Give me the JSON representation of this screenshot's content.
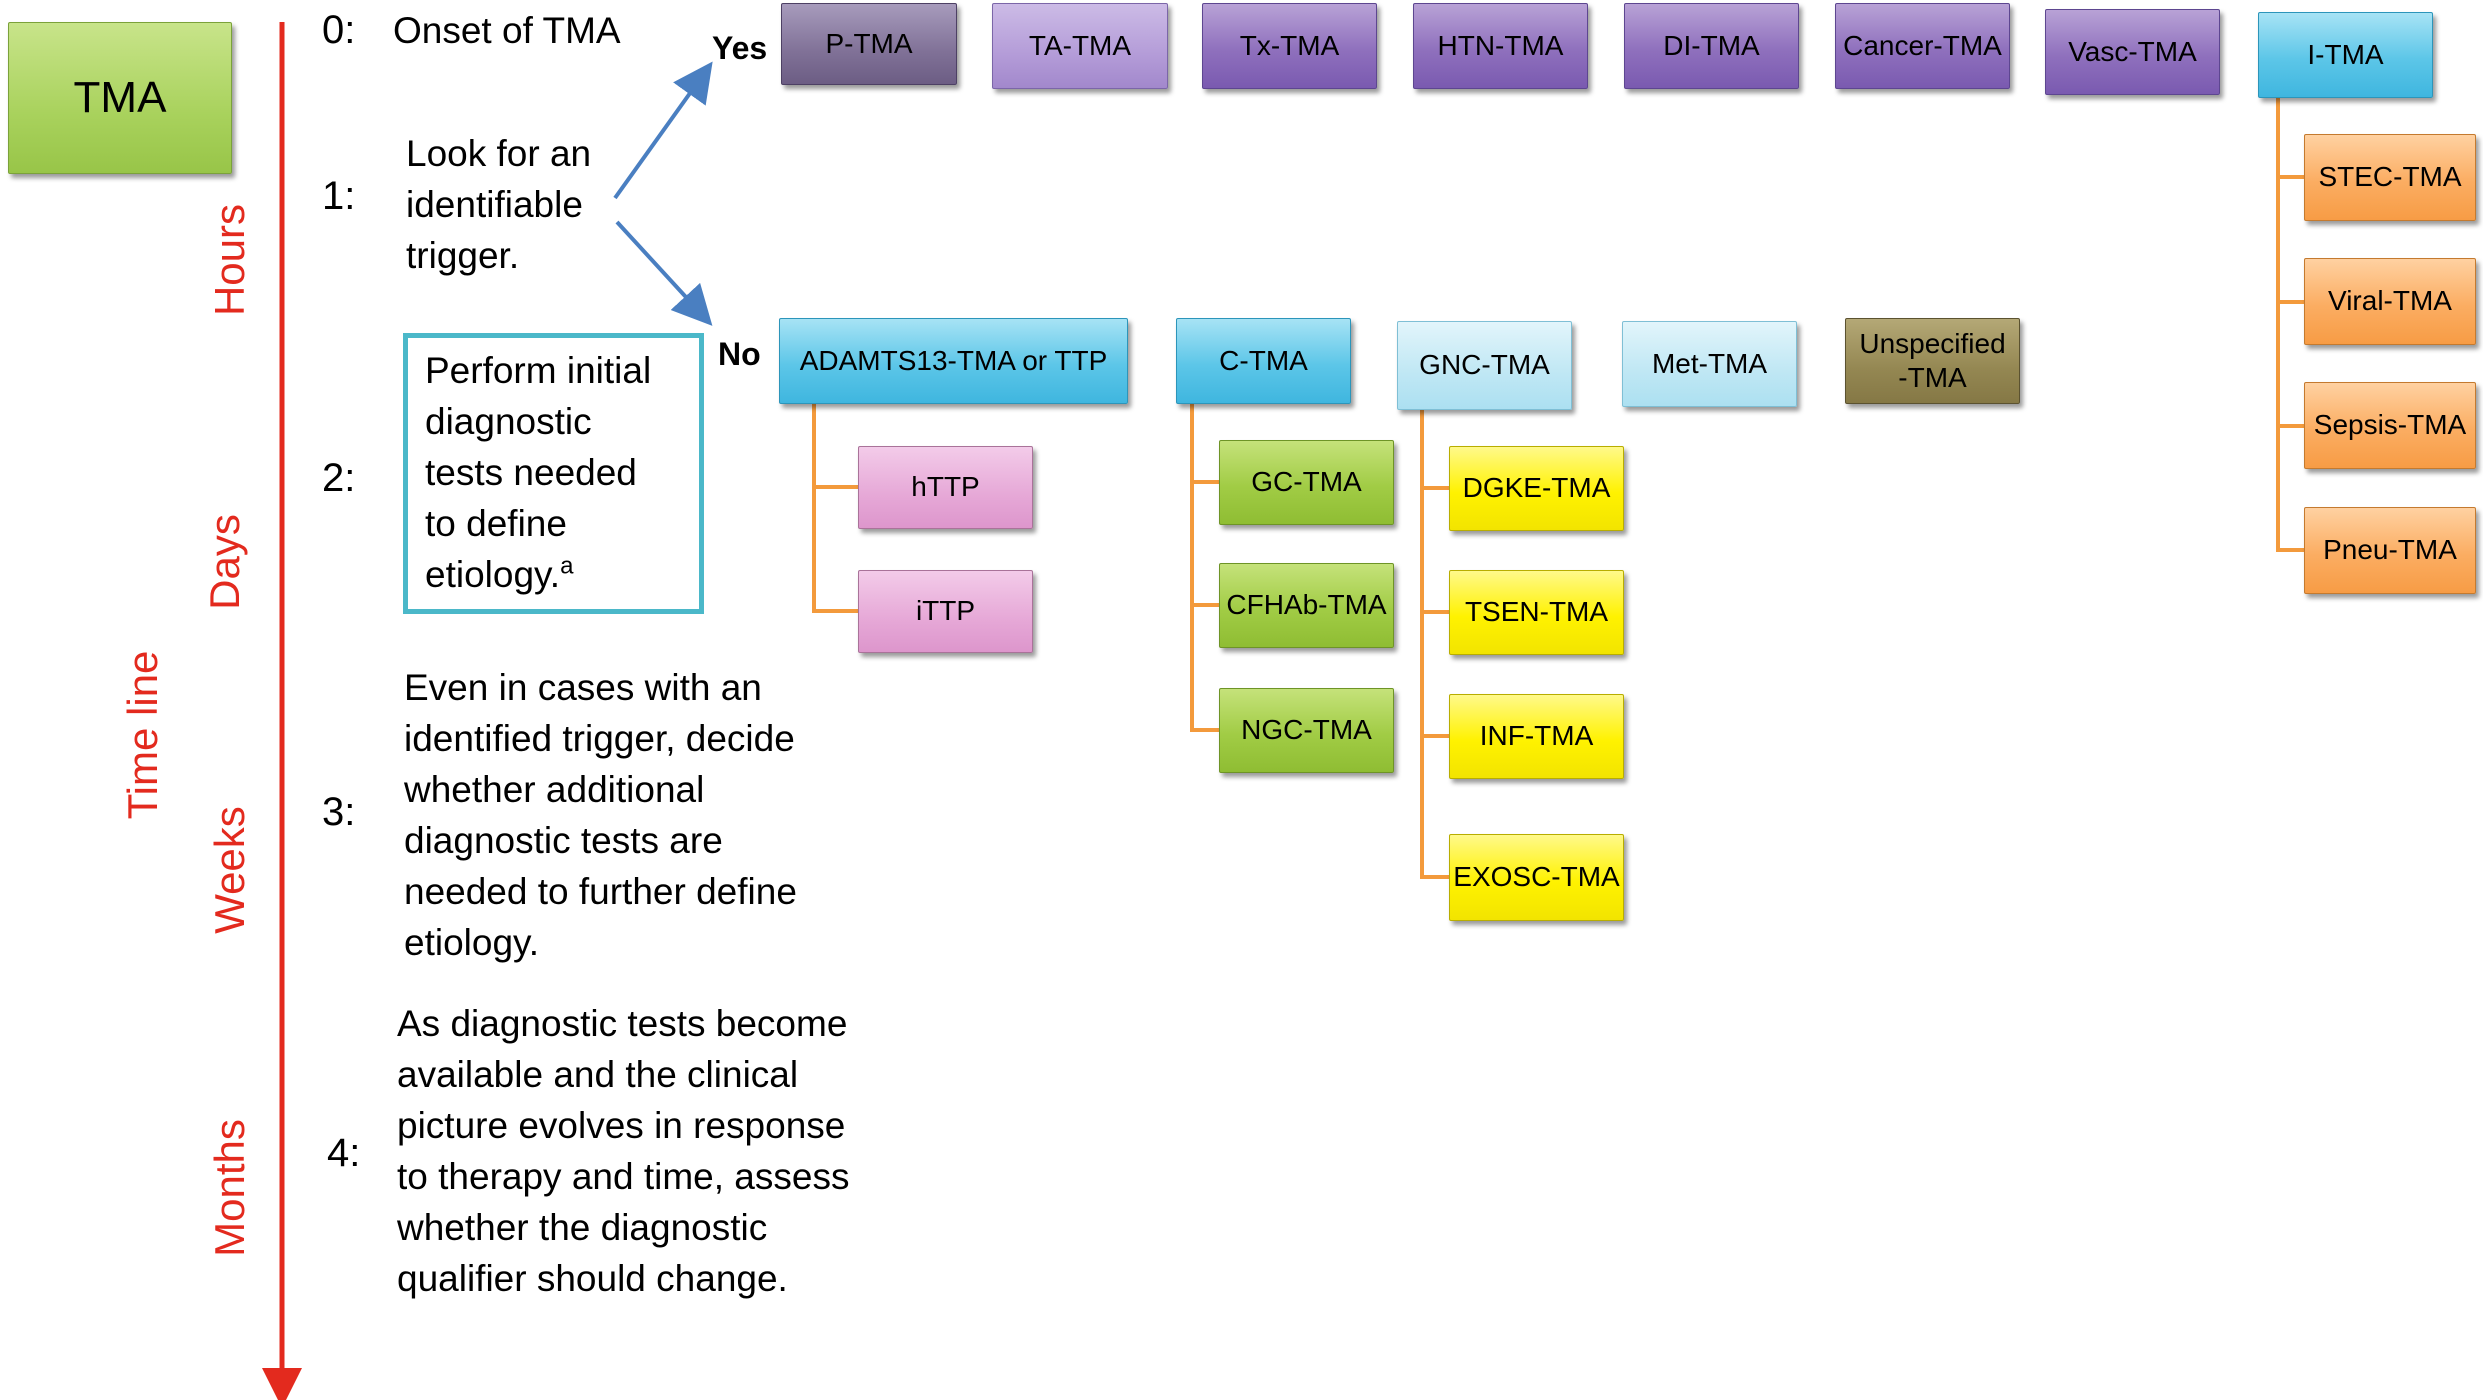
{
  "title_box": "TMA",
  "timeline": {
    "label": "Time line",
    "phases": [
      "Hours",
      "Days",
      "Weeks",
      "Months"
    ]
  },
  "steps": [
    {
      "num": "0:",
      "lines": [
        "Onset of TMA"
      ]
    },
    {
      "num": "1:",
      "lines": [
        "Look for an",
        "identifiable",
        "trigger."
      ]
    },
    {
      "num": "2:",
      "lines": [
        "Perform initial",
        "diagnostic",
        "tests needed",
        "to define",
        "etiology."
      ],
      "footnote": "a"
    },
    {
      "num": "3:",
      "lines": [
        "Even in cases with an",
        "identified trigger, decide",
        "whether additional",
        "diagnostic tests are",
        "needed to further define",
        "etiology."
      ]
    },
    {
      "num": "4:",
      "lines": [
        "As diagnostic tests become",
        "available and the clinical",
        "picture evolves in response",
        "to therapy and time, assess",
        "whether the diagnostic",
        "qualifier should change."
      ]
    }
  ],
  "branch_labels": {
    "yes": "Yes",
    "no": "No"
  },
  "yes_boxes": [
    "P-TMA",
    "TA-TMA",
    "Tx-TMA",
    "HTN-TMA",
    "DI-TMA",
    "Cancer-TMA",
    "Vasc-TMA",
    "I-TMA"
  ],
  "infection_children": [
    "STEC-TMA",
    "Viral-TMA",
    "Sepsis-TMA",
    "Pneu-TMA"
  ],
  "no_boxes": [
    "ADAMTS13-TMA or TTP",
    "C-TMA",
    "GNC-TMA",
    "Met-TMA",
    "Unspecified-TMA"
  ],
  "ttp_children": [
    "hTTP",
    "iTTP"
  ],
  "ctma_children": [
    "GC-TMA",
    "CFHAb-TMA",
    "NGC-TMA"
  ],
  "gnc_children": [
    "DGKE-TMA",
    "TSEN-TMA",
    "INF-TMA",
    "EXOSC-TMA"
  ],
  "colors": {
    "timeline_red": "#e32a1e",
    "connector_orange": "#f39a3c",
    "arrow_blue": "#4a7fc1",
    "frame_teal": "#4bb8c9"
  }
}
